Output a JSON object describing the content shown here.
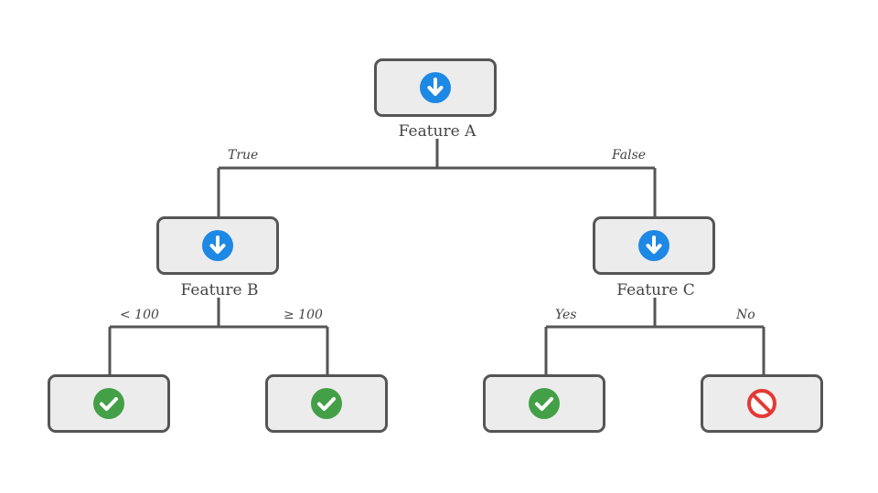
{
  "colors": {
    "edge": "#555555",
    "node_fill": "#ececec",
    "split_icon": "#1e88e5",
    "check_icon": "#43a047",
    "no_icon": "#e53935"
  },
  "nodes": {
    "root": {
      "label": "Feature A",
      "icon": "down-arrow-icon"
    },
    "b": {
      "label": "Feature B",
      "icon": "down-arrow-icon"
    },
    "c": {
      "label": "Feature C",
      "icon": "down-arrow-icon"
    },
    "leaf_b1": {
      "icon": "check-icon"
    },
    "leaf_b2": {
      "icon": "check-icon"
    },
    "leaf_c1": {
      "icon": "check-icon"
    },
    "leaf_c2": {
      "icon": "no-entry-icon"
    }
  },
  "edges": {
    "root_true": "True",
    "root_false": "False",
    "b_lt": "< 100",
    "b_ge": "≥ 100",
    "c_yes": "Yes",
    "c_no": "No"
  }
}
